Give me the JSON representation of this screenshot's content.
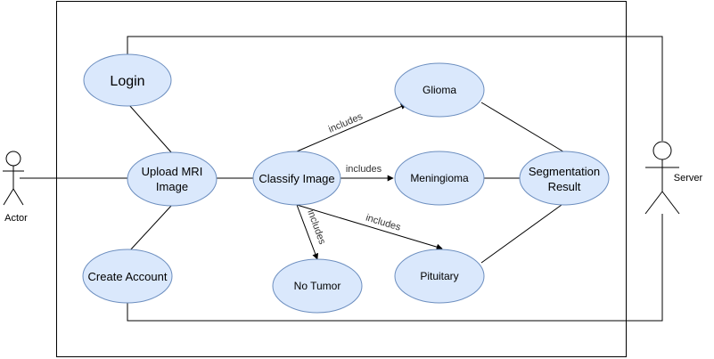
{
  "colors": {
    "usecase_fill": "#dae8fc",
    "usecase_stroke": "#6c8ebf",
    "line": "#000000"
  },
  "actors": {
    "actor": "Actor",
    "server": "Server"
  },
  "use_cases": {
    "login": "Login",
    "upload_line1": "Upload MRI",
    "upload_line2": "Image",
    "create_account": "Create Account",
    "classify": "Classify Image",
    "no_tumor": "No Tumor",
    "glioma": "Glioma",
    "meningioma": "Meningioma",
    "pituitary": "Pituitary",
    "segmentation_line1": "Segmentation",
    "segmentation_line2": "Result"
  },
  "relations": {
    "includes_glioma": "includes",
    "includes_meningioma": "includes",
    "includes_pituitary": "includes",
    "includes_no_tumor": "includes"
  }
}
